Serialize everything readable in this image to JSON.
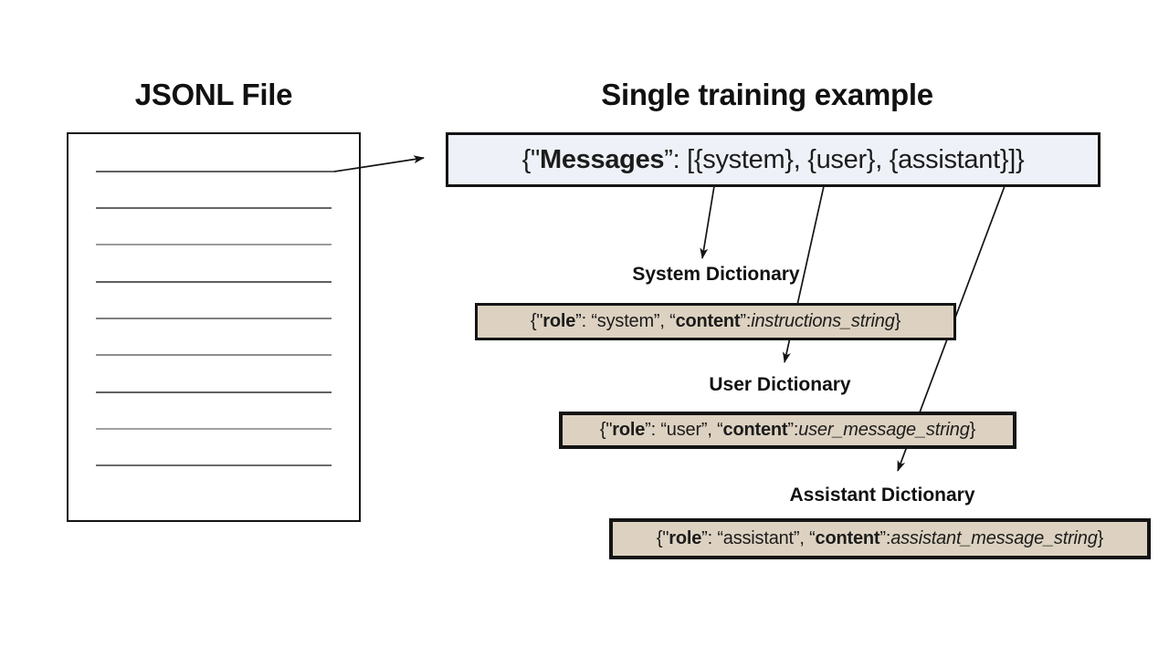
{
  "titles": {
    "left": "JSONL File",
    "right": "Single training example"
  },
  "colors": {
    "messages_box_bg": "#eef2f8",
    "dict_box_bg": "#ddd2c1",
    "line_color": "#141414",
    "text_color": "#1c1c1c"
  },
  "file": {
    "lines": 9
  },
  "messages_box": {
    "segments": [
      {
        "text": "{\"",
        "style": "plain"
      },
      {
        "text": "Messages",
        "style": "bold"
      },
      {
        "text": "”: [{system}, {user}, {assistant}]}",
        "style": "plain"
      }
    ]
  },
  "dictionaries": [
    {
      "id": "system",
      "label": "System Dictionary",
      "segments": [
        {
          "text": "{\"",
          "style": "plain"
        },
        {
          "text": "role",
          "style": "bold"
        },
        {
          "text": "”: “system”, “",
          "style": "plain"
        },
        {
          "text": "content",
          "style": "bold"
        },
        {
          "text": "”: ",
          "style": "plain"
        },
        {
          "text": "instructions_string",
          "style": "italic"
        },
        {
          "text": "}",
          "style": "plain"
        }
      ]
    },
    {
      "id": "user",
      "label": "User Dictionary",
      "segments": [
        {
          "text": "{\"",
          "style": "plain"
        },
        {
          "text": "role",
          "style": "bold"
        },
        {
          "text": "”: “user”, “",
          "style": "plain"
        },
        {
          "text": "content",
          "style": "bold"
        },
        {
          "text": "”: ",
          "style": "plain"
        },
        {
          "text": "user_message_string",
          "style": "italic"
        },
        {
          "text": "}",
          "style": "plain"
        }
      ]
    },
    {
      "id": "assistant",
      "label": "Assistant Dictionary",
      "segments": [
        {
          "text": "{\"",
          "style": "plain"
        },
        {
          "text": "role",
          "style": "bold"
        },
        {
          "text": "”: “assistant”, “",
          "style": "plain"
        },
        {
          "text": "content",
          "style": "bold"
        },
        {
          "text": "”: ",
          "style": "plain"
        },
        {
          "text": "assistant_message_string",
          "style": "italic"
        },
        {
          "text": "}",
          "style": "plain"
        }
      ]
    }
  ]
}
